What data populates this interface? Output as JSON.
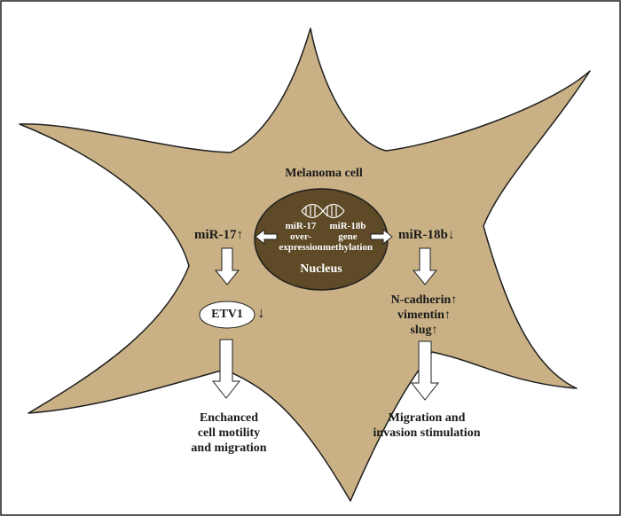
{
  "colors": {
    "cell_fill": "#c9b185",
    "nucleus_fill": "#5e4a26",
    "outline": "#1f1f1f",
    "text_dark": "#1a1a1a",
    "text_light": "#ffffff"
  },
  "cell_label": "Melanoma cell",
  "nucleus": {
    "label": "Nucleus",
    "dna_icon": "dna-helix-icon",
    "left_text": [
      "miR-17",
      "over-",
      "expression"
    ],
    "right_text": [
      "miR-18b",
      "gene",
      "methylation"
    ]
  },
  "left_path": {
    "mirna": "miR-17",
    "mirna_arrow": "↑",
    "target": "ETV1",
    "target_arrow": "↓",
    "outcome": [
      "Enchanced",
      "cell motility",
      "and migration"
    ]
  },
  "right_path": {
    "mirna": "miR-18b",
    "mirna_arrow": "↓",
    "markers": [
      "N-cadherin↑",
      "vimentin↑",
      "slug↑"
    ],
    "outcome": [
      "Migration and",
      "invasion stimulation"
    ]
  }
}
